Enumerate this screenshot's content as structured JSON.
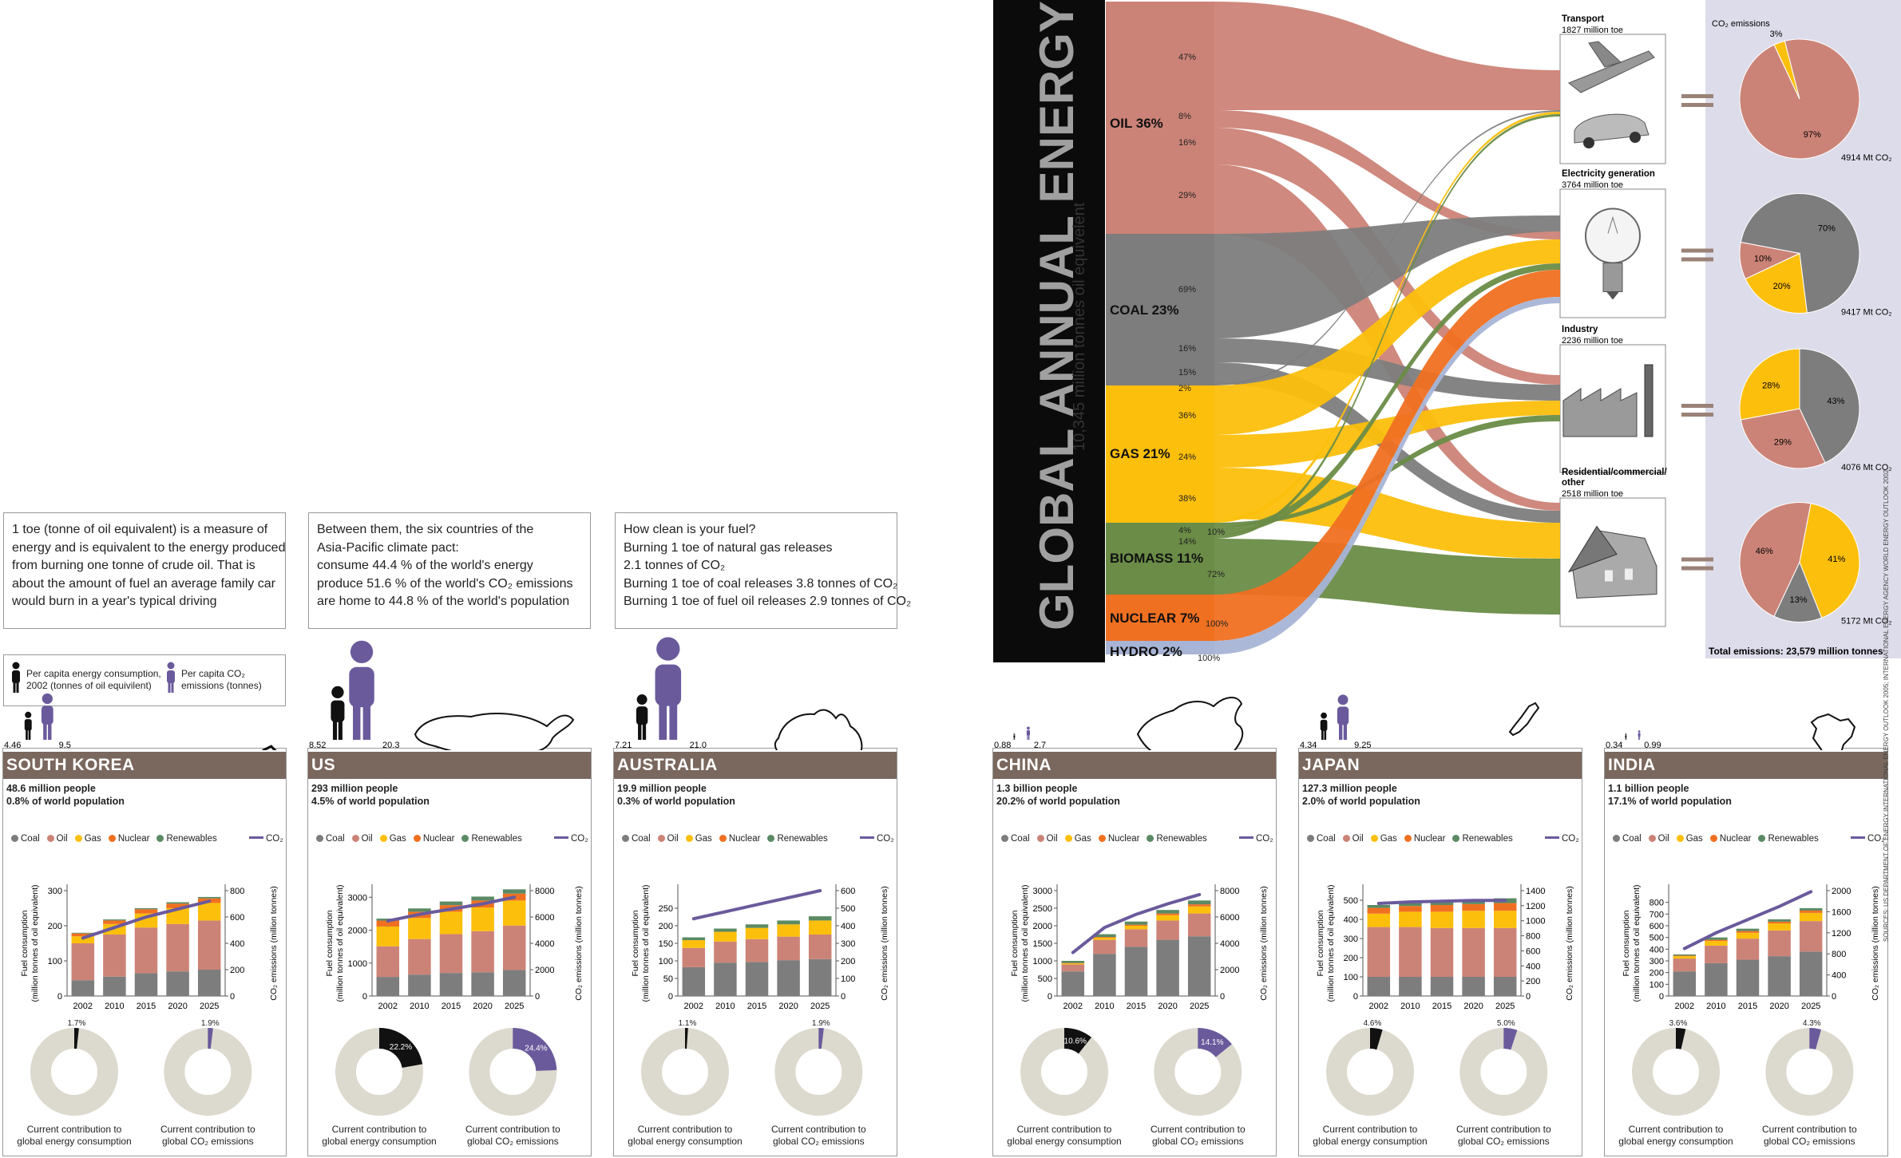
{
  "colors": {
    "coal": "#7d7d7d",
    "oil": "#cc8377",
    "gas": "#fcbf0c",
    "nuclear": "#f07021",
    "renewables": "#5b8a64",
    "co2": "#6a5a9c",
    "biomass": "#6a8c47",
    "hydro": "#a8b4d6",
    "banner": "#7a675d",
    "energy_person": "#111111"
  },
  "info_boxes": [
    {
      "lines": [
        "1 toe (tonne of oil equivalent) is a measure of",
        "energy and is equivalent to the energy produced",
        "from burning one tonne of crude oil. That is",
        "about the amount of fuel an average family car",
        "would burn in a year's typical driving"
      ]
    },
    {
      "lines": [
        "Between them, the six countries of the",
        "Asia-Pacific climate pact:",
        "consume 44.4 % of the world's energy",
        "produce 51.6 % of the world's CO₂ emissions",
        "are home to 44.8 % of the world's population"
      ]
    },
    {
      "lines": [
        "How clean is your fuel?",
        "Burning 1 toe of natural gas releases",
        "2.1 tonnes of CO₂",
        "Burning 1 toe of coal releases 3.8 tonnes of CO₂",
        "Burning 1 toe of fuel oil releases 2.9 tonnes of CO₂"
      ]
    }
  ],
  "person_legend": {
    "energy": "Per capita energy consumption, 2002 (tonnes of oil equivilent)",
    "co2": "Per capita CO₂ emissions (tonnes)"
  },
  "fuel_legend": [
    "Coal",
    "Oil",
    "Gas",
    "Nuclear",
    "Renewables"
  ],
  "co2_label": "CO₂",
  "years": [
    "2002",
    "2010",
    "2015",
    "2020",
    "2025"
  ],
  "y_left_label": "Fuel consumption (million tonnes of oil equivalent)",
  "y_right_label": "CO₂ emissions (million tonnes)",
  "pie_caption_energy": "Current contribution to global energy consumption",
  "pie_caption_co2": "Current contribution to global CO₂ emissions",
  "sources": "SOURCES: US DEPARTMENT OF ENERGY INTERNATIONAL ENERGY OUTLOOK 2005; INTERNATIONAL ENERGY AGENCY WORLD ENERGY OUTLOOK 2002",
  "sankey": {
    "title": "GLOBAL ANNUAL ENERGY USE",
    "subtitle": "10,345 million tonnes oil equivelent",
    "sources": [
      {
        "label": "OIL 36%",
        "key": "oil"
      },
      {
        "label": "COAL 23%",
        "key": "coal"
      },
      {
        "label": "GAS 21%",
        "key": "gas"
      },
      {
        "label": "BIOMASS 11%",
        "key": "biomass"
      },
      {
        "label": "NUCLEAR 7%",
        "key": "nuclear"
      },
      {
        "label": "HYDRO 2%",
        "key": "hydro"
      }
    ],
    "flow_labels": [
      "47%",
      "8%",
      "16%",
      "29%",
      "69%",
      "16%",
      "15%",
      "2%",
      "36%",
      "24%",
      "38%",
      "4%",
      "10%",
      "14%",
      "72%",
      "100%",
      "100%"
    ],
    "sectors": [
      {
        "name": "Transport",
        "toe": "1827 million toe",
        "co2": "4914 Mt CO₂",
        "slices": [
          {
            "label": "97%",
            "value": 97,
            "key": "oil"
          },
          {
            "label": "3%",
            "value": 3,
            "key": "gas"
          }
        ]
      },
      {
        "name": "Electricity generation",
        "toe": "3764 million toe",
        "co2": "9417 Mt CO₂",
        "slices": [
          {
            "label": "70%",
            "value": 70,
            "key": "coal"
          },
          {
            "label": "20%",
            "value": 20,
            "key": "gas"
          },
          {
            "label": "10%",
            "value": 10,
            "key": "oil"
          }
        ]
      },
      {
        "name": "Industry",
        "toe": "2236 million toe",
        "co2": "4076 Mt CO₂",
        "slices": [
          {
            "label": "43%",
            "value": 43,
            "key": "coal"
          },
          {
            "label": "29%",
            "value": 29,
            "key": "oil"
          },
          {
            "label": "28%",
            "value": 28,
            "key": "gas"
          }
        ]
      },
      {
        "name": "Residential/commercial/ other",
        "toe": "2518 million toe",
        "co2": "5172 Mt CO₂",
        "slices": [
          {
            "label": "46%",
            "value": 46,
            "key": "oil"
          },
          {
            "label": "41%",
            "value": 41,
            "key": "gas"
          },
          {
            "label": "13%",
            "value": 13,
            "key": "coal"
          }
        ]
      }
    ],
    "co2_header": "CO₂ emissions",
    "total": "Total emissions: 23,579 million tonnes"
  },
  "chart_data": [
    {
      "type": "bar",
      "name": "SOUTH KOREA",
      "population": "48.6 million people",
      "share": "0.8% of world population",
      "per_capita_energy": "4.46",
      "per_capita_co2": "9.5",
      "ylim_left": [
        0,
        300
      ],
      "yticks_left": [
        0,
        100,
        200,
        300
      ],
      "ylim_right": [
        0,
        800
      ],
      "yticks_right": [
        0,
        200,
        400,
        600,
        800
      ],
      "categories": [
        "2002",
        "2010",
        "2015",
        "2020",
        "2025"
      ],
      "series": [
        {
          "name": "Coal",
          "values": [
            45,
            55,
            65,
            70,
            75
          ]
        },
        {
          "name": "Oil",
          "values": [
            105,
            120,
            130,
            135,
            140
          ]
        },
        {
          "name": "Gas",
          "values": [
            20,
            30,
            40,
            45,
            50
          ]
        },
        {
          "name": "Nuclear",
          "values": [
            8,
            10,
            12,
            13,
            13
          ]
        },
        {
          "name": "Renewables",
          "values": [
            2,
            3,
            3,
            4,
            4
          ]
        }
      ],
      "co2": [
        440,
        520,
        600,
        660,
        720
      ],
      "pie_energy": {
        "label": "1.7%",
        "value": 1.7
      },
      "pie_co2": {
        "label": "1.9%",
        "value": 1.9
      }
    },
    {
      "type": "bar",
      "name": "US",
      "population": "293 million people",
      "share": "4.5% of world population",
      "per_capita_energy": "8.52",
      "per_capita_co2": "20.3",
      "ylim_left": [
        0,
        3200
      ],
      "yticks_left": [
        0,
        1000,
        2000,
        3000
      ],
      "ylim_right": [
        0,
        8000
      ],
      "yticks_right": [
        0,
        2000,
        4000,
        6000,
        8000
      ],
      "categories": [
        "2002",
        "2010",
        "2015",
        "2020",
        "2025"
      ],
      "series": [
        {
          "name": "Coal",
          "values": [
            580,
            650,
            700,
            720,
            790
          ]
        },
        {
          "name": "Oil",
          "values": [
            930,
            1080,
            1180,
            1250,
            1350
          ]
        },
        {
          "name": "Gas",
          "values": [
            600,
            640,
            680,
            720,
            760
          ]
        },
        {
          "name": "Nuclear",
          "values": [
            180,
            190,
            200,
            210,
            210
          ]
        },
        {
          "name": "Renewables",
          "values": [
            60,
            100,
            110,
            120,
            130
          ]
        }
      ],
      "co2": [
        5700,
        6200,
        6600,
        7000,
        7500
      ],
      "pie_energy": {
        "label": "22.2%",
        "value": 22.2
      },
      "pie_co2": {
        "label": "24.4%",
        "value": 24.4
      }
    },
    {
      "type": "bar",
      "name": "AUSTRALIA",
      "population": "19.9 million people",
      "share": "0.3% of world population",
      "per_capita_energy": "7.21",
      "per_capita_co2": "21.0",
      "ylim_left": [
        0,
        300
      ],
      "yticks_left": [
        0,
        50,
        100,
        150,
        200,
        250
      ],
      "ylim_right": [
        0,
        600
      ],
      "yticks_right": [
        0,
        100,
        200,
        300,
        400,
        500,
        600
      ],
      "categories": [
        "2002",
        "2010",
        "2015",
        "2020",
        "2025"
      ],
      "series": [
        {
          "name": "Coal",
          "values": [
            82,
            95,
            97,
            102,
            105
          ]
        },
        {
          "name": "Oil",
          "values": [
            55,
            60,
            65,
            67,
            70
          ]
        },
        {
          "name": "Gas",
          "values": [
            22,
            28,
            32,
            35,
            40
          ]
        },
        {
          "name": "Nuclear",
          "values": [
            0,
            0,
            0,
            0,
            0
          ]
        },
        {
          "name": "Renewables",
          "values": [
            8,
            9,
            10,
            11,
            12
          ]
        }
      ],
      "co2": [
        440,
        480,
        520,
        560,
        600
      ],
      "pie_energy": {
        "label": "1.1%",
        "value": 1.1
      },
      "pie_co2": {
        "label": "1.9%",
        "value": 1.9
      }
    },
    {
      "type": "bar",
      "name": "CHINA",
      "population": "1.3 billion people",
      "share": "20.2% of world population",
      "per_capita_energy": "0.88",
      "per_capita_co2": "2.7",
      "ylim_left": [
        0,
        3000
      ],
      "yticks_left": [
        0,
        500,
        1000,
        1500,
        2000,
        2500,
        3000
      ],
      "ylim_right": [
        0,
        8000
      ],
      "yticks_right": [
        0,
        2000,
        4000,
        6000,
        8000
      ],
      "categories": [
        "2002",
        "2010",
        "2015",
        "2020",
        "2025"
      ],
      "series": [
        {
          "name": "Coal",
          "values": [
            700,
            1200,
            1400,
            1600,
            1700
          ]
        },
        {
          "name": "Oil",
          "values": [
            200,
            400,
            500,
            550,
            650
          ]
        },
        {
          "name": "Gas",
          "values": [
            30,
            60,
            100,
            150,
            200
          ]
        },
        {
          "name": "Nuclear",
          "values": [
            10,
            20,
            30,
            50,
            60
          ]
        },
        {
          "name": "Renewables",
          "values": [
            60,
            80,
            90,
            100,
            110
          ]
        }
      ],
      "co2": [
        3300,
        5200,
        6200,
        7000,
        7700
      ],
      "pie_energy": {
        "label": "10.6%",
        "value": 10.6
      },
      "pie_co2": {
        "label": "14.1%",
        "value": 14.1
      }
    },
    {
      "type": "bar",
      "name": "JAPAN",
      "population": "127.3 million people",
      "share": "2.0% of world population",
      "per_capita_energy": "4.34",
      "per_capita_co2": "9.25",
      "ylim_left": [
        0,
        550
      ],
      "yticks_left": [
        0,
        100,
        200,
        300,
        400,
        500
      ],
      "ylim_right": [
        0,
        1400
      ],
      "yticks_right": [
        0,
        200,
        400,
        600,
        800,
        1000,
        1200,
        1400
      ],
      "categories": [
        "2002",
        "2010",
        "2015",
        "2020",
        "2025"
      ],
      "series": [
        {
          "name": "Coal",
          "values": [
            100,
            100,
            100,
            100,
            100
          ]
        },
        {
          "name": "Oil",
          "values": [
            260,
            260,
            255,
            255,
            255
          ]
        },
        {
          "name": "Gas",
          "values": [
            70,
            80,
            85,
            90,
            90
          ]
        },
        {
          "name": "Nuclear",
          "values": [
            30,
            30,
            35,
            35,
            40
          ]
        },
        {
          "name": "Renewables",
          "values": [
            15,
            15,
            20,
            20,
            25
          ]
        }
      ],
      "co2": [
        1230,
        1250,
        1260,
        1270,
        1270
      ],
      "pie_energy": {
        "label": "4.6%",
        "value": 4.6
      },
      "pie_co2": {
        "label": "5.0%",
        "value": 5.0
      }
    },
    {
      "type": "bar",
      "name": "INDIA",
      "population": "1.1 billion people",
      "share": "17.1% of world population",
      "per_capita_energy": "0.34",
      "per_capita_co2": "0.99",
      "ylim_left": [
        0,
        900
      ],
      "yticks_left": [
        0,
        100,
        200,
        300,
        400,
        500,
        600,
        700,
        800
      ],
      "ylim_right": [
        0,
        2000
      ],
      "yticks_right": [
        0,
        400,
        800,
        1200,
        1600,
        2000
      ],
      "categories": [
        "2002",
        "2010",
        "2015",
        "2020",
        "2025"
      ],
      "series": [
        {
          "name": "Coal",
          "values": [
            210,
            280,
            310,
            340,
            380
          ]
        },
        {
          "name": "Oil",
          "values": [
            110,
            150,
            180,
            220,
            260
          ]
        },
        {
          "name": "Gas",
          "values": [
            20,
            40,
            50,
            60,
            70
          ]
        },
        {
          "name": "Nuclear",
          "values": [
            5,
            10,
            15,
            15,
            20
          ]
        },
        {
          "name": "Renewables",
          "values": [
            10,
            20,
            20,
            20,
            20
          ]
        }
      ],
      "co2": [
        900,
        1200,
        1450,
        1700,
        1980
      ],
      "pie_energy": {
        "label": "3.6%",
        "value": 3.6
      },
      "pie_co2": {
        "label": "4.3%",
        "value": 4.3
      }
    }
  ]
}
